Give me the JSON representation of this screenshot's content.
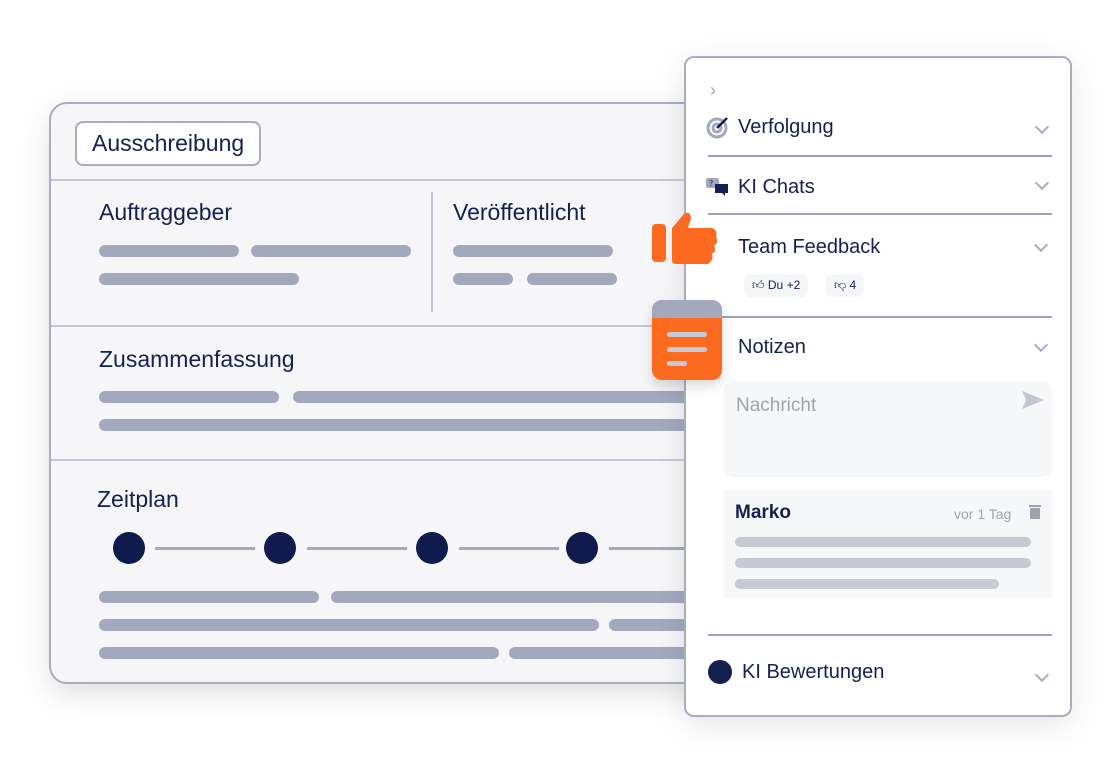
{
  "card": {
    "title": "Ausschreibung",
    "client_label": "Auftraggeber",
    "published_label": "Veröffentlicht",
    "summary_label": "Zusammenfassung",
    "schedule_label": "Zeitplan"
  },
  "panel": {
    "sections": [
      {
        "label": "Verfolgung",
        "icon": "target-icon"
      },
      {
        "label": "KI Chats",
        "icon": "chat-question-icon"
      },
      {
        "label": "Team Feedback",
        "icon": "thumbs-up-icon"
      },
      {
        "label": "Notizen",
        "icon": "notes-icon"
      },
      {
        "label": "KI Bewertungen",
        "icon": "brain-icon"
      }
    ],
    "feedback": {
      "likes": "Du +2",
      "dislikes": "4"
    },
    "notes": {
      "placeholder": "Nachricht",
      "author": "Marko",
      "time": "vor 1 Tag"
    }
  },
  "colors": {
    "accent": "#fb6a1e",
    "navy": "#14204f",
    "skeleton": "#a3a8bd"
  }
}
